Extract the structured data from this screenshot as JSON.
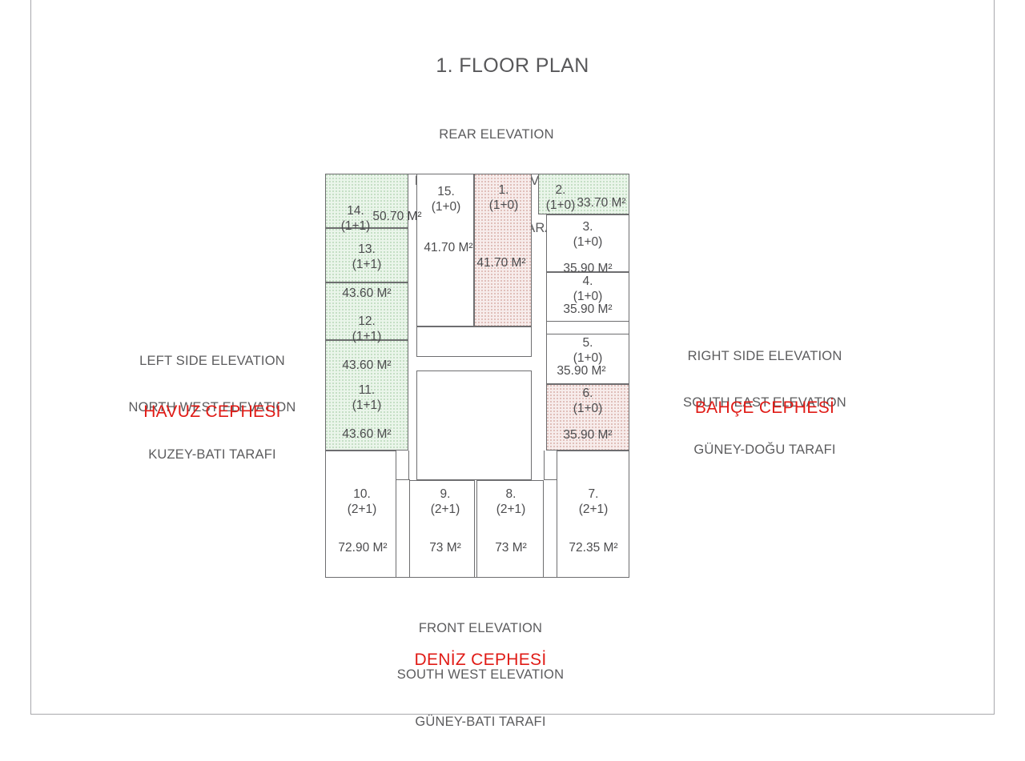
{
  "title": "1. FLOOR PLAN",
  "elevations": {
    "top": {
      "line1": "REAR ELEVATION",
      "line2": "NORTH EAST ELEVATION",
      "line3": "KUZEY-DOĞU TARAFI"
    },
    "left": {
      "line1": "LEFT SIDE ELEVATION",
      "line2": "NORTH WEST ELEVATION",
      "line3": "KUZEY-BATI TARAFI",
      "highlight": "HAVUZ CEPHESİ"
    },
    "right": {
      "line1": "RIGHT SIDE ELEVATION",
      "line2": "SOUTH EAST ELEVATION",
      "line3": "GÜNEY-DOĞU TARAFI",
      "highlight": "BAHÇE CEPHESİ"
    },
    "bottom": {
      "line1": "FRONT ELEVATION",
      "line2": "SOUTH WEST ELEVATION",
      "line3": "GÜNEY-BATI TARAFI",
      "highlight": "DENİZ CEPHESİ"
    }
  },
  "colors": {
    "highlight_red": "#e01b16",
    "text_gray": "#58585a",
    "wall": "#6e6e70",
    "fill_green": "#eaf5ea",
    "fill_green_dot": "#b9d8b9",
    "fill_pink": "#f7eceb",
    "fill_pink_dot": "#d9b0aa"
  },
  "units": [
    {
      "number": "1.",
      "type": "(1+0)",
      "area": "41.70 M²",
      "fill": "pink"
    },
    {
      "number": "2.",
      "type": "(1+0)",
      "area": "33.70 M²",
      "fill": "green"
    },
    {
      "number": "3.",
      "type": "(1+0)",
      "area": "35.90 M²",
      "fill": "white"
    },
    {
      "number": "4.",
      "type": "(1+0)",
      "area": "35.90 M²",
      "fill": "white"
    },
    {
      "number": "5.",
      "type": "(1+0)",
      "area": "35.90 M²",
      "fill": "white"
    },
    {
      "number": "6.",
      "type": "(1+0)",
      "area": "35.90 M²",
      "fill": "pink"
    },
    {
      "number": "7.",
      "type": "(2+1)",
      "area": "72.35 M²",
      "fill": "white"
    },
    {
      "number": "8.",
      "type": "(2+1)",
      "area": "73 M²",
      "fill": "white"
    },
    {
      "number": "9.",
      "type": "(2+1)",
      "area": "73 M²",
      "fill": "white"
    },
    {
      "number": "10.",
      "type": "(2+1)",
      "area": "72.90 M²",
      "fill": "white"
    },
    {
      "number": "11.",
      "type": "(1+1)",
      "area": "43.60 M²",
      "fill": "green"
    },
    {
      "number": "12.",
      "type": "(1+1)",
      "area": "43.60 M²",
      "fill": "green"
    },
    {
      "number": "13.",
      "type": "(1+1)",
      "area": "43.60 M²",
      "fill": "green"
    },
    {
      "number": "14.",
      "type": "(1+1)",
      "area": "50.70 M²",
      "fill": "green"
    },
    {
      "number": "15.",
      "type": "(1+0)",
      "area": "41.70 M²",
      "fill": "white"
    }
  ]
}
